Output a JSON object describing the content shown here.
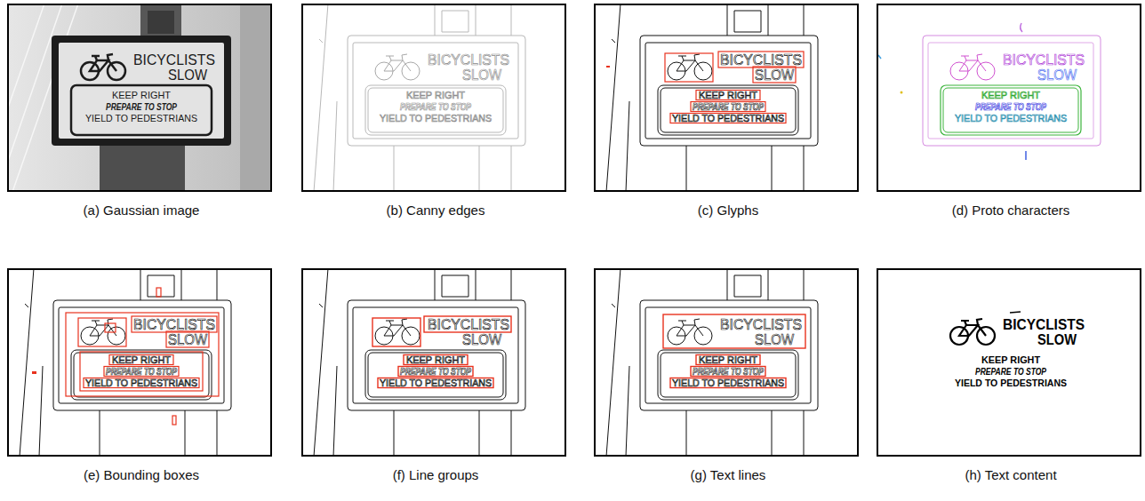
{
  "diagram": {
    "nodes": [
      {
        "text": [
          "(a) Gaussian image"
        ]
      },
      {
        "text": [
          "(b) Canny edges"
        ]
      },
      {
        "text": [
          "(c) Glyphs"
        ]
      },
      {
        "text": [
          "(d) Proto characters"
        ]
      },
      {
        "text": [
          "(e) Bounding boxes"
        ]
      },
      {
        "text": [
          "(f) Line groups"
        ]
      },
      {
        "text": [
          "(g) Text lines"
        ]
      },
      {
        "text": [
          "(h) Text content"
        ]
      }
    ],
    "labels": [
      "BICYCLISTS",
      "SLOW",
      "KEEP RIGHT",
      "PREPARE TO STOP",
      "YIELD TO PEDESTRIANS",
      "BICYCLISTS",
      "SLOW",
      "KEEP RIGHT",
      "PREPARE TO STOP",
      "YIELD TO PEDESTRIANS",
      "BICYCLISTS",
      "SLOW",
      "KEEP RIGHT",
      "PREPARE TO STOP",
      "YIELD TO PEDESTRIANS",
      "BICYCLISTS",
      "SLOW",
      "KEEP RIGHT",
      "PREPARE TO STOP",
      "YIELD TO PEDESTRIANS",
      "BICYCLISTS",
      "SLOW",
      "KEEP RIGHT",
      "PREPARE TO STOP",
      "YIELD TO PEDESTRIANS",
      "BICYCLISTS",
      "SLOW",
      "KEEP RIGHT",
      "PREPARE TO STOP",
      "YIELD TO PEDESTRIANS",
      "BICYCLISTS",
      "SLOW",
      "KEEP RIGHT",
      "PREPARE TO STOP",
      "YIELD TO PEDESTRIANS",
      "BICYCLISTS",
      "SLOW",
      "KEEP RIGHT",
      "PREPARE TO STOP",
      "YIELD TO PEDESTRIANS"
    ]
  }
}
